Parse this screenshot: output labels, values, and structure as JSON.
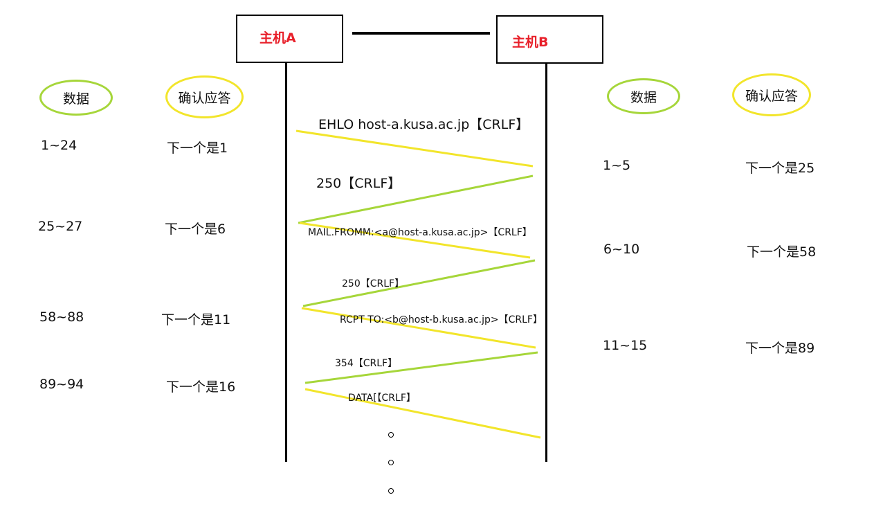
{
  "host_a": {
    "label": "主机A"
  },
  "host_b": {
    "label": "主机B"
  },
  "left_table": {
    "data_header": "数据",
    "ack_header": "确认应答",
    "rows": [
      {
        "data": "1~24",
        "ack": "下一个是1"
      },
      {
        "data": "25~27",
        "ack": "下一个是6"
      },
      {
        "data": "58~88",
        "ack": "下一个是11"
      },
      {
        "data": "89~94",
        "ack": "下一个是16"
      }
    ]
  },
  "right_table": {
    "data_header": "数据",
    "ack_header": "确认应答",
    "rows": [
      {
        "data": "1~5",
        "ack": "下一个是25"
      },
      {
        "data": "6~10",
        "ack": "下一个是58"
      },
      {
        "data": "11~15",
        "ack": "下一个是89"
      }
    ]
  },
  "messages": [
    {
      "text": "EHLO host-a.kusa.ac.jp【CRLF】",
      "direction": "A-to-B",
      "color": "#f2e52b"
    },
    {
      "text": "250【CRLF】",
      "direction": "B-to-A",
      "color": "#a6d63a"
    },
    {
      "text": "MAIL.FROMM:<a@host-a.kusa.ac.jp>【CRLF】",
      "direction": "A-to-B",
      "color": "#f2e52b"
    },
    {
      "text": "250【CRLF】",
      "direction": "B-to-A",
      "color": "#a6d63a"
    },
    {
      "text": "RCPT TO:<b@host-b.kusa.ac.jp>【CRLF】",
      "direction": "A-to-B",
      "color": "#f2e52b"
    },
    {
      "text": "354【CRLF】",
      "direction": "B-to-A",
      "color": "#a6d63a"
    },
    {
      "text": "DATA[【CRLF】",
      "direction": "A-to-B",
      "color": "#f2e52b"
    }
  ],
  "colors": {
    "data_ellipse": "#a6d63a",
    "ack_ellipse": "#f2e52b",
    "host_label": "#e8202a"
  }
}
